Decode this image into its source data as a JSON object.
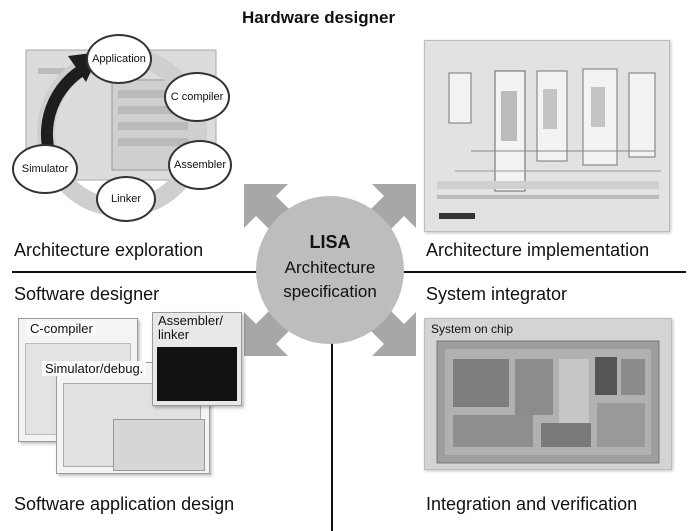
{
  "top": {
    "hardware_designer": "Hardware designer"
  },
  "center": {
    "title": "LISA",
    "line1": "Architecture",
    "line2": "specification"
  },
  "quadrants": {
    "top_left": {
      "caption": "Architecture exploration",
      "cycle": [
        "Application",
        "C compiler",
        "Assembler",
        "Linker",
        "Simulator"
      ]
    },
    "top_right": {
      "caption": "Architecture implementation"
    },
    "bottom_left": {
      "header": "Software designer",
      "caption": "Software application design",
      "windows": [
        "C-compiler",
        "Assembler/ linker",
        "Simulator/debug."
      ]
    },
    "bottom_right": {
      "header": "System integrator",
      "caption": "Integration and verification",
      "chip_label": "System on chip"
    }
  },
  "colors": {
    "arrow": "#a7a7a7",
    "circle": "#bdbdbd",
    "ring": "#cfcfcf",
    "ring_arrow": "#1e1e1e"
  }
}
